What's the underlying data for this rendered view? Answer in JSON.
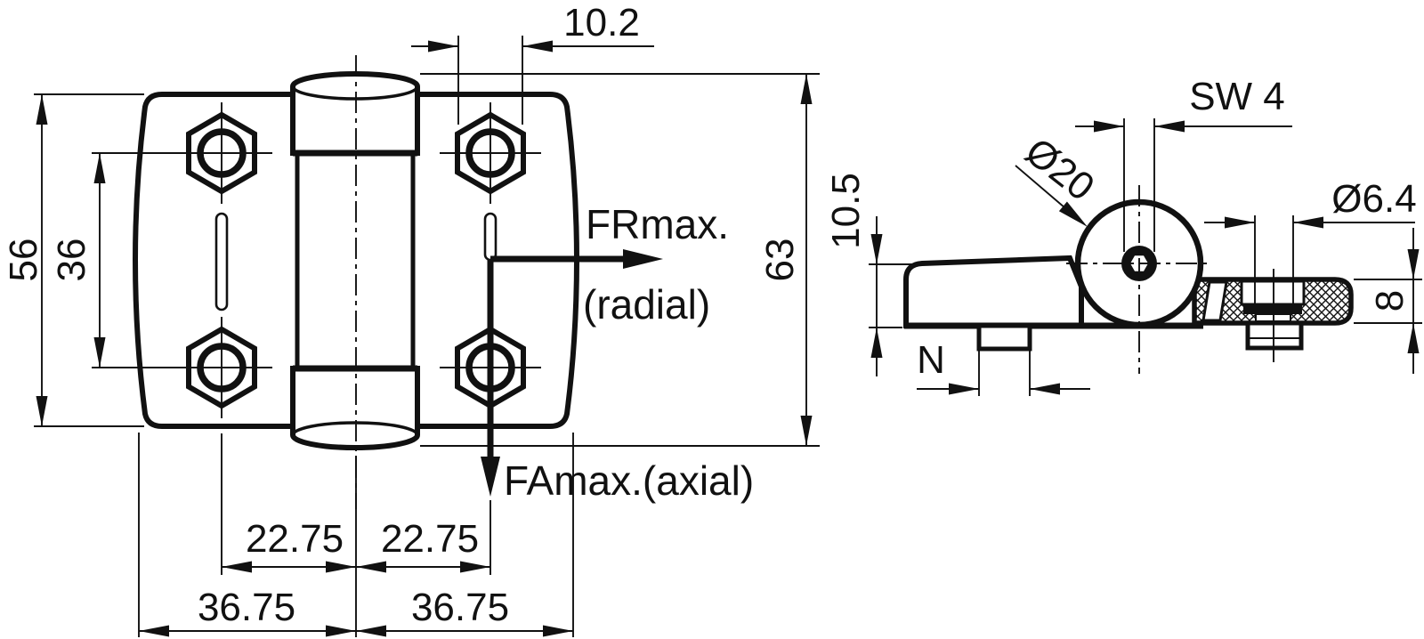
{
  "drawing": {
    "front_view": {
      "dim_hole_pitch_top": "10.2",
      "dim_height_outer": "56",
      "dim_hole_spacing": "36",
      "dim_height_total": "63",
      "dim_center_to_hole_left": "22.75",
      "dim_center_to_hole_right": "22.75",
      "dim_center_to_edge_left": "36.75",
      "dim_center_to_edge_right": "36.75",
      "label_force_radial": "FRmax.",
      "label_force_radial_note": "(radial)",
      "label_force_axial": "FAmax.(axial)"
    },
    "side_view": {
      "dim_pivot_height": "10.5",
      "dim_hex_socket": "SW 4",
      "dim_knuckle_diameter": "Ø20",
      "dim_hole_diameter": "Ø6.4",
      "dim_plate_thickness": "8",
      "dim_boss_width": "N"
    }
  }
}
